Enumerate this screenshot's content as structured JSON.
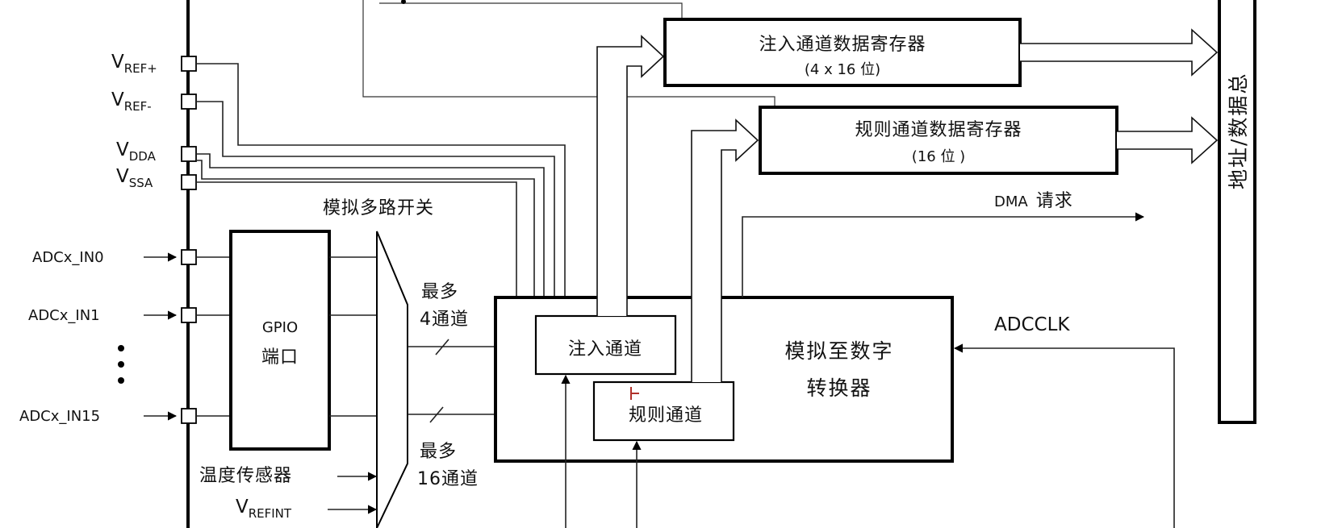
{
  "pins": {
    "vref_plus": {
      "main": "V",
      "sub": "REF+"
    },
    "vref_minus": {
      "main": "V",
      "sub": "REF-"
    },
    "vdda": {
      "main": "V",
      "sub": "DDA"
    },
    "vssa": {
      "main": "V",
      "sub": "SSA"
    },
    "in0": "ADCx_IN0",
    "in1": "ADCx_IN1",
    "in15": "ADCx_IN15"
  },
  "mux_label": "模拟多路开关",
  "gpio": {
    "line1": "GPIO",
    "line2": "端口"
  },
  "temp_sensor": "温度传感器",
  "vrefint": {
    "main": "V",
    "sub": "REFINT"
  },
  "injected_max": {
    "line1": "最多",
    "line2": "4通道"
  },
  "regular_max": {
    "line1": "最多",
    "line2": "16通道"
  },
  "injected_channel": "注入通道",
  "regular_channel": "规则通道",
  "adc": {
    "line1": "模拟至数字",
    "line2": "转换器"
  },
  "adcclk": "ADCCLK",
  "dma_request": {
    "prefix": "DMA",
    "text": "请求"
  },
  "injected_register": {
    "title": "注入通道数据寄存器",
    "size": "(4 x 16 位)"
  },
  "regular_register": {
    "title": "规则通道数据寄存器",
    "size": "(16 位 )"
  },
  "bus": "地址/数据总"
}
